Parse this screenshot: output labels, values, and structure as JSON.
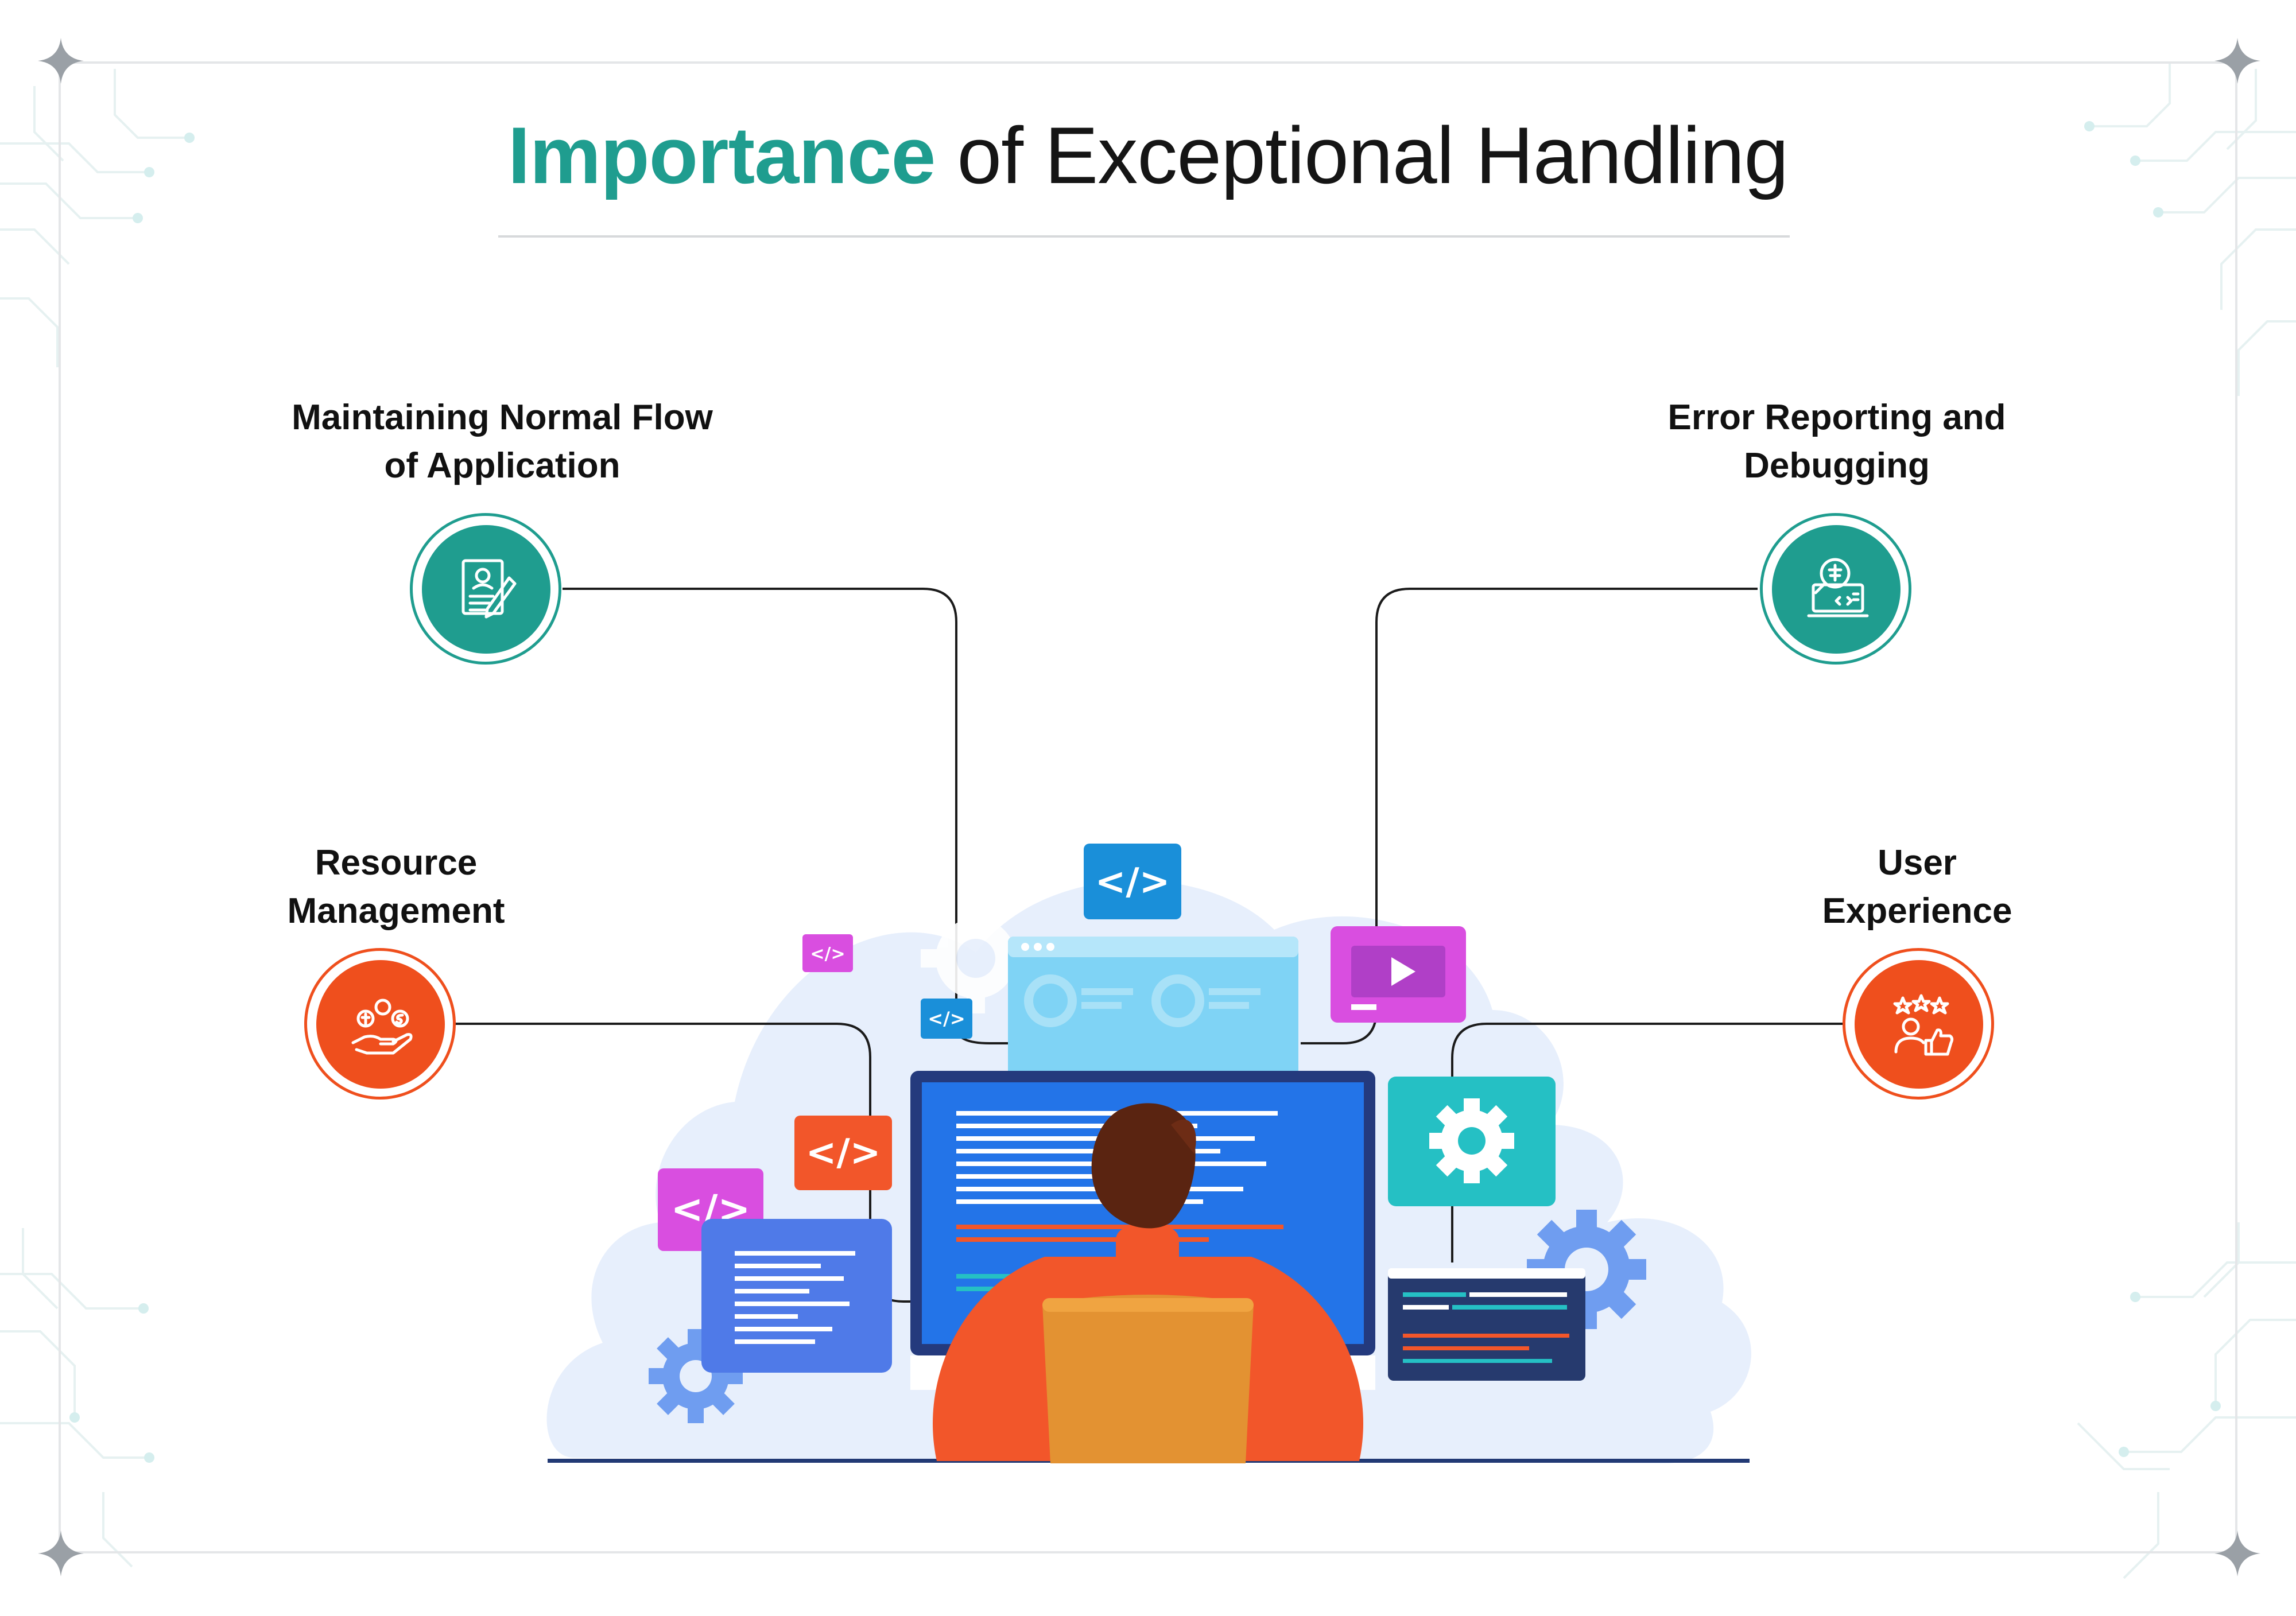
{
  "title": {
    "highlight": "Importance",
    "rest": "of Exceptional Handling"
  },
  "items": [
    {
      "line1": "Maintaining Normal Flow",
      "line2": "of Application",
      "icon": "document-profile-pen-icon"
    },
    {
      "line1": "Error Reporting and",
      "line2": "Debugging",
      "icon": "bug-search-laptop-icon"
    },
    {
      "line1": "Resource",
      "line2": "Management",
      "icon": "hand-resources-icon"
    },
    {
      "line1": "User",
      "line2": "Experience",
      "icon": "rating-thumbs-up-icon"
    }
  ],
  "colors": {
    "teal": "#1f9d8f",
    "orange": "#ef4f1d",
    "title_text": "#151515",
    "connector": "#1b1b1b"
  }
}
